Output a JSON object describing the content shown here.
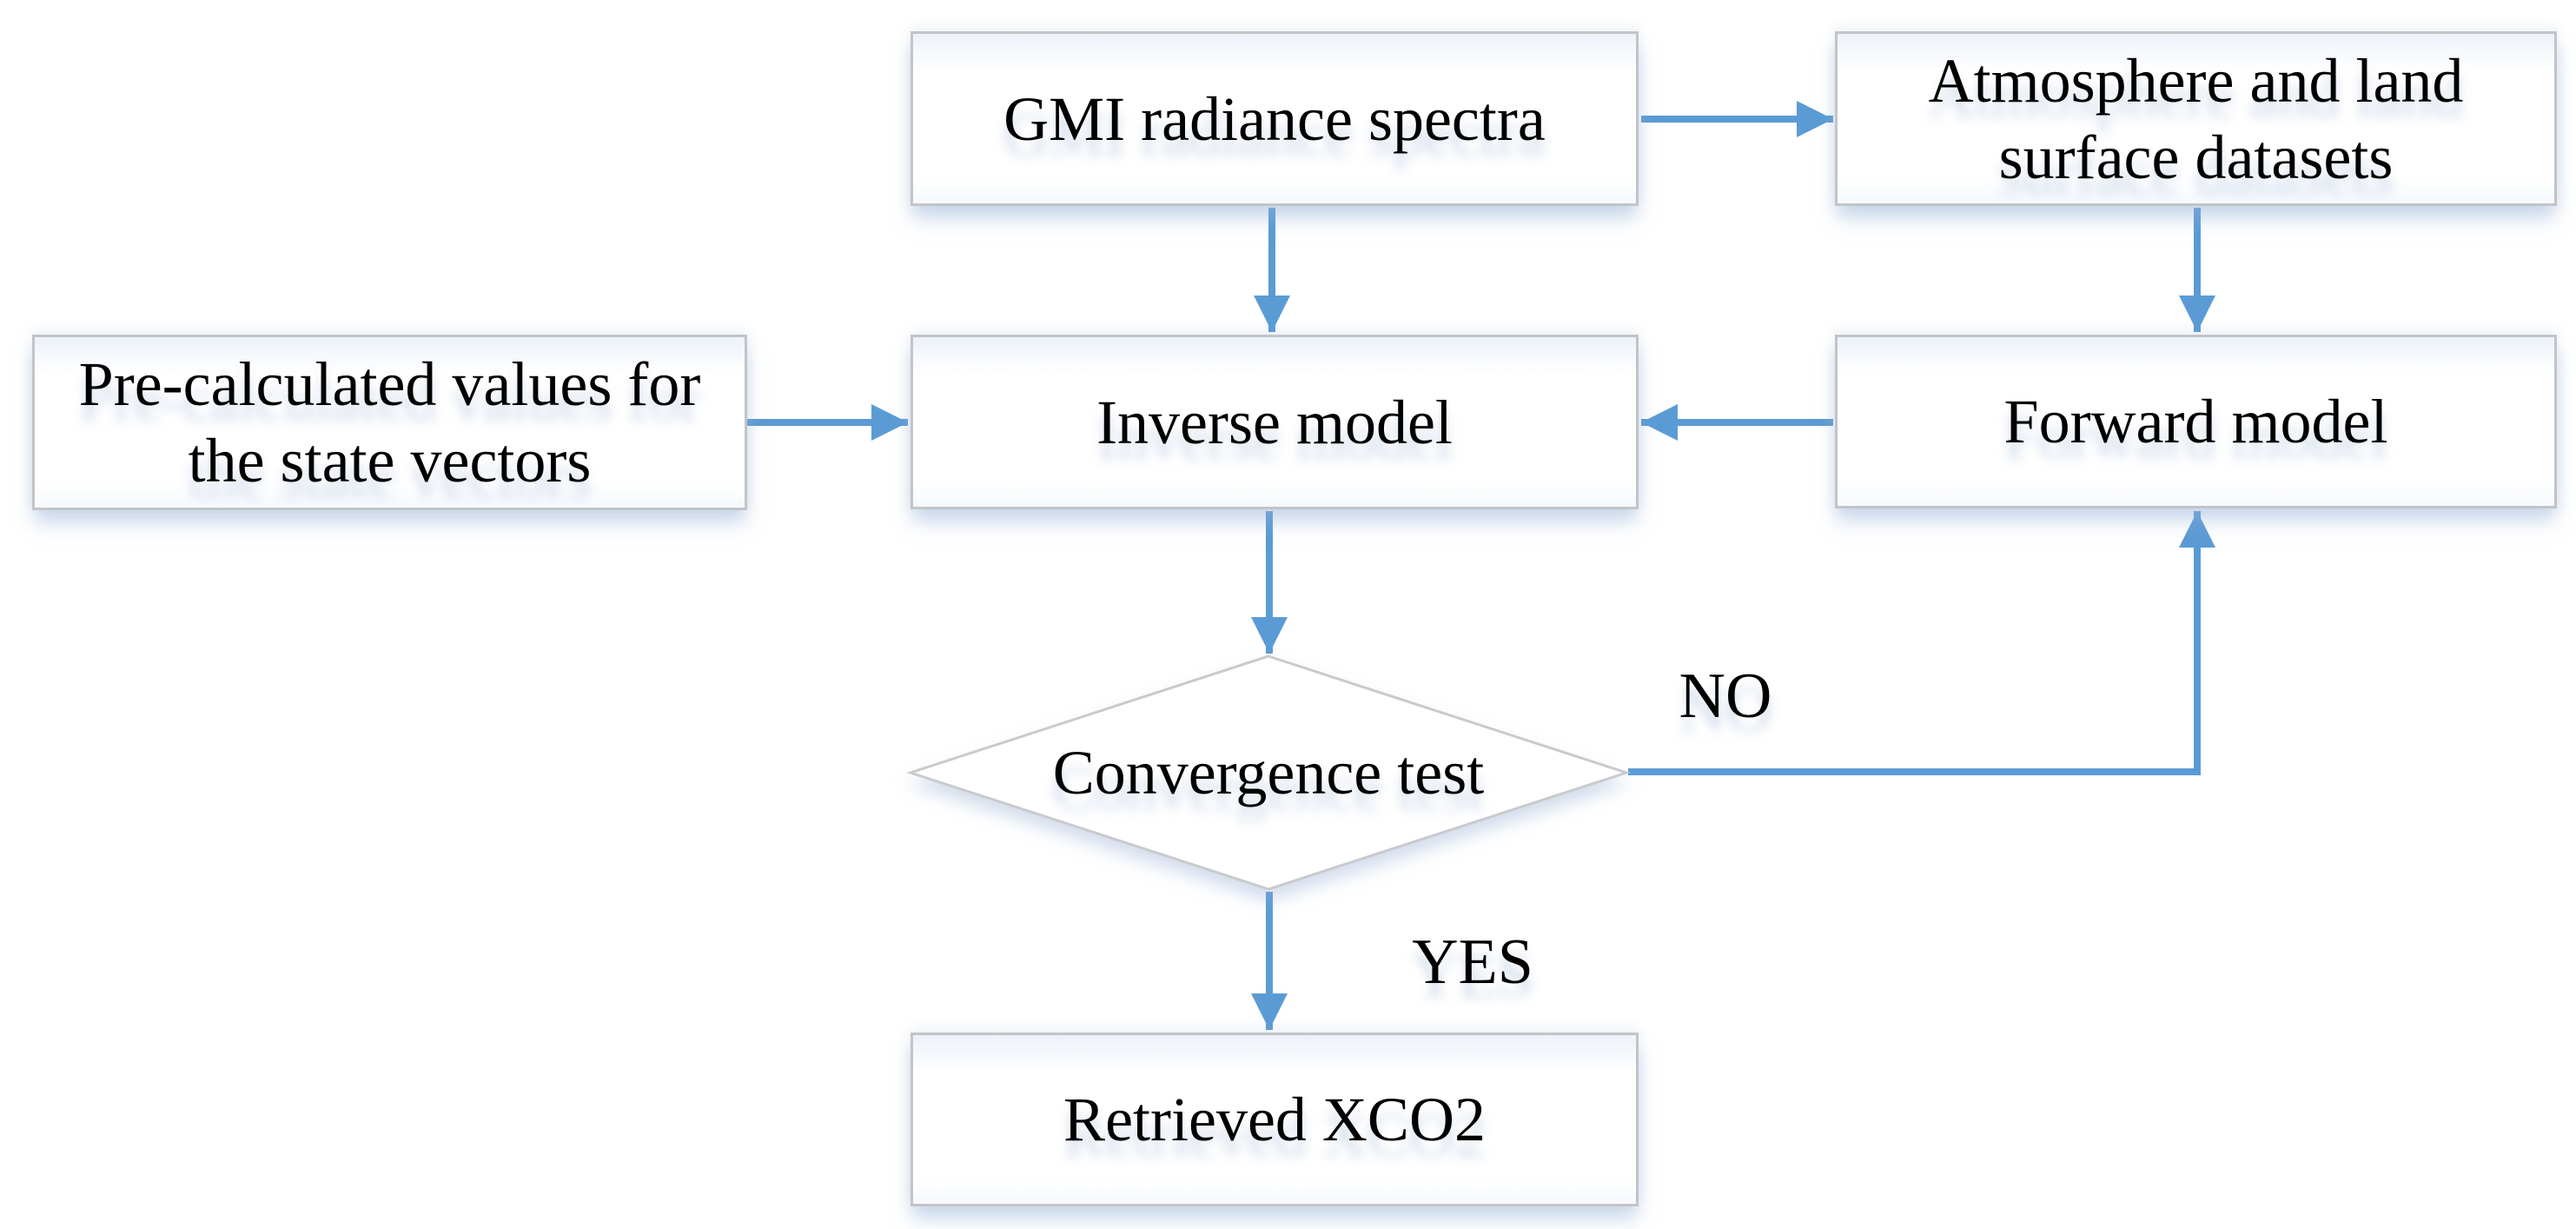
{
  "diagram": {
    "nodes": {
      "gmi": {
        "label": "GMI radiance spectra"
      },
      "atmosphere": {
        "label": "Atmosphere and land surface datasets"
      },
      "precalc": {
        "label": "Pre-calculated values for the state vectors"
      },
      "inverse": {
        "label": "Inverse model"
      },
      "forward": {
        "label": "Forward model"
      },
      "convergence": {
        "label": "Convergence test"
      },
      "retrieved": {
        "label": "Retrieved XCO2"
      }
    },
    "edges": [
      {
        "from": "gmi",
        "to": "atmosphere",
        "label": ""
      },
      {
        "from": "gmi",
        "to": "inverse",
        "label": ""
      },
      {
        "from": "atmosphere",
        "to": "forward",
        "label": ""
      },
      {
        "from": "precalc",
        "to": "inverse",
        "label": ""
      },
      {
        "from": "forward",
        "to": "inverse",
        "label": ""
      },
      {
        "from": "inverse",
        "to": "convergence",
        "label": ""
      },
      {
        "from": "convergence",
        "to": "forward",
        "label": "NO"
      },
      {
        "from": "convergence",
        "to": "retrieved",
        "label": "YES"
      }
    ],
    "colors": {
      "arrow": "#5b9bd5",
      "node_border": "#c3c4c6",
      "node_fill": "#ffffff",
      "text": "#000000",
      "background": "#ffffff"
    }
  }
}
